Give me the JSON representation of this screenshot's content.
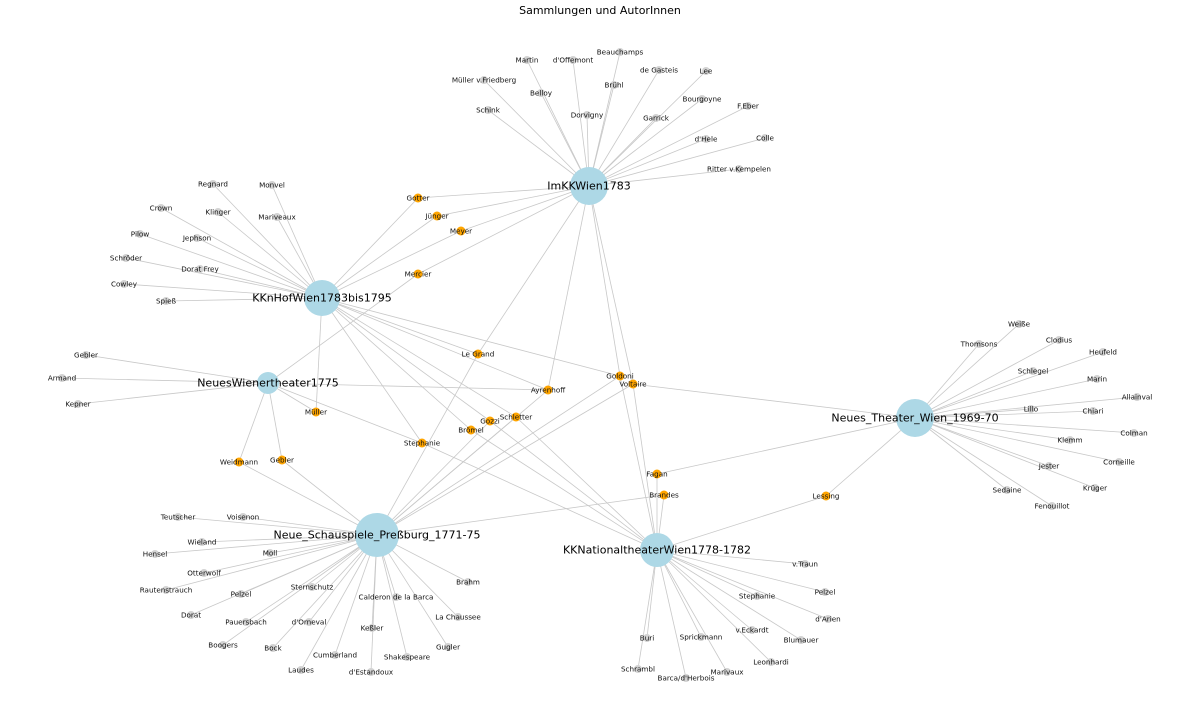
{
  "title": "Sammlungen und AutorInnen",
  "colors": {
    "collection": "#add8e6",
    "shared_author": "#ffa500",
    "single_author": "#d3d3d3",
    "edge": "#c8c8c8"
  },
  "collections": [
    {
      "id": "ImKKWien1783",
      "label": "ImKKWien1783"
    },
    {
      "id": "KKnHofWien1783bis1795",
      "label": "KKnHofWien1783bis1795"
    },
    {
      "id": "NeuesWienertheater1775",
      "label": "NeuesWienertheater1775"
    },
    {
      "id": "Neues_Theater_Wien_1969-70",
      "label": "Neues_Theater_Wien_1969-70"
    },
    {
      "id": "Neue_Schauspiele_Preßburg_1771-75",
      "label": "Neue_Schauspiele_Preßburg_1771-75"
    },
    {
      "id": "KKNationaltheaterWien1778-1782",
      "label": "KKNationaltheaterWien1778-1782"
    }
  ],
  "shared_authors": [
    {
      "label": "Gotter",
      "links": [
        "ImKKWien1783",
        "KKnHofWien1783bis1795"
      ]
    },
    {
      "label": "Jünger",
      "links": [
        "ImKKWien1783",
        "KKnHofWien1783bis1795"
      ]
    },
    {
      "label": "Meyer",
      "links": [
        "ImKKWien1783",
        "KKnHofWien1783bis1795"
      ]
    },
    {
      "label": "Mercier",
      "links": [
        "ImKKWien1783",
        "NeuesWienertheater1775"
      ]
    },
    {
      "label": "Le Grand",
      "links": [
        "ImKKWien1783",
        "KKnHofWien1783bis1795",
        "Neue_Schauspiele_Preßburg_1771-75"
      ]
    },
    {
      "label": "Ayrenhoff",
      "links": [
        "ImKKWien1783",
        "KKnHofWien1783bis1795",
        "NeuesWienertheater1775",
        "Neue_Schauspiele_Preßburg_1771-75"
      ]
    },
    {
      "label": "Goldoni",
      "links": [
        "ImKKWien1783",
        "KKnHofWien1783bis1795",
        "Neue_Schauspiele_Preßburg_1771-75",
        "KKNationaltheaterWien1778-1782"
      ]
    },
    {
      "label": "Voltaire",
      "links": [
        "ImKKWien1783",
        "Neues_Theater_Wien_1969-70",
        "Neue_Schauspiele_Preßburg_1771-75",
        "KKNationaltheaterWien1778-1782"
      ]
    },
    {
      "label": "Müller",
      "links": [
        "KKnHofWien1783bis1795",
        "NeuesWienertheater1775"
      ]
    },
    {
      "label": "Schletter",
      "links": [
        "KKnHofWien1783bis1795",
        "Neue_Schauspiele_Preßburg_1771-75",
        "KKNationaltheaterWien1778-1782"
      ]
    },
    {
      "label": "Gozzi",
      "links": [
        "KKnHofWien1783bis1795",
        "Neue_Schauspiele_Preßburg_1771-75",
        "KKNationaltheaterWien1778-1782"
      ]
    },
    {
      "label": "Brömel",
      "links": [
        "KKnHofWien1783bis1795",
        "KKNationaltheaterWien1778-1782"
      ]
    },
    {
      "label": "Stephanie",
      "links": [
        "KKnHofWien1783bis1795",
        "NeuesWienertheater1775",
        "KKNationaltheaterWien1778-1782"
      ]
    },
    {
      "label": "Weidmann",
      "links": [
        "NeuesWienertheater1775",
        "Neue_Schauspiele_Preßburg_1771-75"
      ]
    },
    {
      "label": "Gebler",
      "links": [
        "NeuesWienertheater1775",
        "Neue_Schauspiele_Preßburg_1771-75"
      ]
    },
    {
      "label": "Fagan",
      "links": [
        "Neues_Theater_Wien_1969-70",
        "KKNationaltheaterWien1778-1782"
      ]
    },
    {
      "label": "Brandes",
      "links": [
        "Neue_Schauspiele_Preßburg_1771-75",
        "KKNationaltheaterWien1778-1782"
      ]
    },
    {
      "label": "Lessing",
      "links": [
        "Neues_Theater_Wien_1969-70",
        "KKNationaltheaterWien1778-1782"
      ]
    }
  ],
  "single_authors": {
    "ImKKWien1783": [
      "Beauchamps",
      "Martin",
      "d'Offemont",
      "Müller v.Friedberg",
      "de Gasteis",
      "Lee",
      "Belloy",
      "Brühl",
      "Schink",
      "Bourgoyne",
      "Dorvigny",
      "F.Eber",
      "Garrick",
      "Colle",
      "d'Hele",
      "Ritter v.Kempelen"
    ],
    "KKnHofWien1783bis1795": [
      "Regnard",
      "Monvel",
      "Crown",
      "Klinger",
      "Mariveaux",
      "Pilow",
      "Jephson",
      "Schröder",
      "Dorat Frey",
      "Cowley",
      "Spieß"
    ],
    "NeuesWienertheater1775": [
      "Gebler",
      "Armand",
      "Kepner"
    ],
    "Neues_Theater_Wien_1969-70": [
      "Weiße",
      "Thomsons",
      "Clodius",
      "Heufeld",
      "Schlegel",
      "Marin",
      "Allainval",
      "Lillo",
      "Chiari",
      "Colman",
      "Klemm",
      "Corneille",
      "Jester",
      "Krüger",
      "Sedaine",
      "Fenouillot"
    ],
    "Neue_Schauspiele_Preßburg_1771-75": [
      "Teutscher",
      "Voisenon",
      "Wieland",
      "Moll",
      "Hensel",
      "Otterwolf",
      "Rautenstrauch",
      "Sternschutz",
      "Brahm",
      "Pelzel",
      "Calderon de la Barca",
      "Dorat",
      "Pauersbach",
      "La Chaussee",
      "d'Orneval",
      "Boogers",
      "Bock",
      "Keßler",
      "Gugler",
      "Cumberland",
      "Shakespeare",
      "Laudes",
      "d'Estandoux"
    ],
    "KKNationaltheaterWien1778-1782": [
      "v.Traun",
      "Pelzel",
      "d'Arien",
      "Stephanie",
      "v.Eckardt",
      "Blumauer",
      "Buri",
      "Sprickmann",
      "Leonhardi",
      "Schrambl",
      "Marivaux",
      "Barca/d'Herbois"
    ]
  }
}
